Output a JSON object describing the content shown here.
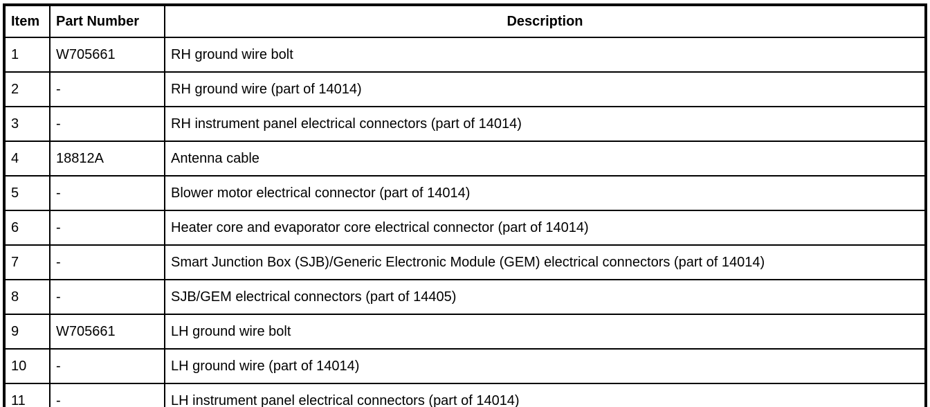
{
  "table": {
    "headers": [
      "Item",
      "Part Number",
      "Description"
    ],
    "rows": [
      {
        "item": "1",
        "part": "W705661",
        "desc": "RH ground wire bolt"
      },
      {
        "item": "2",
        "part": "-",
        "desc": "RH ground wire (part of 14014)"
      },
      {
        "item": "3",
        "part": "-",
        "desc": "RH instrument panel electrical connectors (part of 14014)"
      },
      {
        "item": "4",
        "part": "18812A",
        "desc": "Antenna cable"
      },
      {
        "item": "5",
        "part": "-",
        "desc": "Blower motor electrical connector (part of 14014)"
      },
      {
        "item": "6",
        "part": "-",
        "desc": "Heater core and evaporator core electrical connector (part of 14014)"
      },
      {
        "item": "7",
        "part": "-",
        "desc": "Smart Junction Box (SJB)/Generic Electronic Module (GEM) electrical connectors (part of 14014)"
      },
      {
        "item": "8",
        "part": "-",
        "desc": "SJB/GEM electrical connectors (part of 14405)"
      },
      {
        "item": "9",
        "part": "W705661",
        "desc": "LH ground wire bolt"
      },
      {
        "item": "10",
        "part": "-",
        "desc": "LH ground wire (part of 14014)"
      },
      {
        "item": "11",
        "part": "-",
        "desc": "LH instrument panel electrical connectors (part of 14014)"
      }
    ],
    "colors": {
      "border": "#000000",
      "text": "#000000",
      "background": "#ffffff"
    }
  }
}
